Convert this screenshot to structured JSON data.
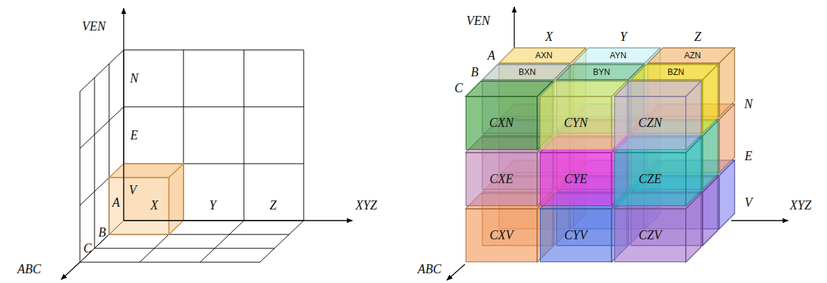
{
  "diagram": {
    "nodes": [
      {
        "text": [
          "AXN"
        ]
      },
      {
        "text": [
          "AYN"
        ]
      },
      {
        "text": [
          "AZN"
        ]
      },
      {
        "text": [
          "BXN"
        ]
      },
      {
        "text": [
          "BYN"
        ]
      },
      {
        "text": [
          "BZN"
        ]
      },
      {
        "text": [
          "CXN"
        ]
      },
      {
        "text": [
          "CYN"
        ]
      },
      {
        "text": [
          "CZN"
        ]
      },
      {
        "text": [
          "CXE"
        ]
      },
      {
        "text": [
          "CYE"
        ]
      },
      {
        "text": [
          "CZE"
        ]
      },
      {
        "text": [
          "CXV"
        ]
      },
      {
        "text": [
          "CYV"
        ]
      },
      {
        "text": [
          "CZV"
        ]
      }
    ],
    "labels": [
      "VEN",
      "N",
      "E",
      "V",
      "A",
      "X",
      "B",
      "C",
      "Y",
      "Z",
      "XYZ",
      "ABC",
      "VEN",
      "X",
      "Y",
      "Z",
      "A",
      "B",
      "C",
      "N",
      "E",
      "V",
      "XYZ",
      "ABC"
    ]
  }
}
